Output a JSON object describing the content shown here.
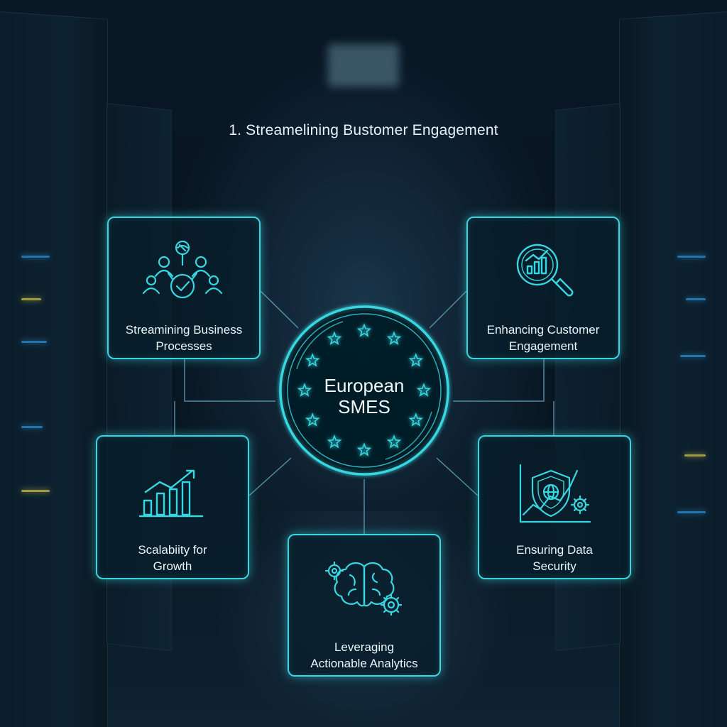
{
  "title": "1. Streamelining Bustomer Engagement",
  "hub": {
    "line1": "European",
    "line2": "SMES"
  },
  "cards": {
    "processes": {
      "line1": "Streamining Business",
      "line2": "Processes",
      "icon": "team-checkmark-icon"
    },
    "engagement": {
      "line1": "Enhancing Customer",
      "line2": "Engagement",
      "icon": "magnifier-chart-icon"
    },
    "scalability": {
      "line1": "Scalabiity for",
      "line2": "Growth",
      "icon": "growth-chart-icon"
    },
    "security": {
      "line1": "Ensuring Data",
      "line2": "Security",
      "icon": "shield-gear-icon"
    },
    "analytics": {
      "line1": "Leveraging",
      "line2": "Actionable Analytics",
      "icon": "brain-gears-icon"
    }
  },
  "colors": {
    "accent": "#38d6e0",
    "text": "#e8f6fa",
    "background": "#050d16"
  }
}
